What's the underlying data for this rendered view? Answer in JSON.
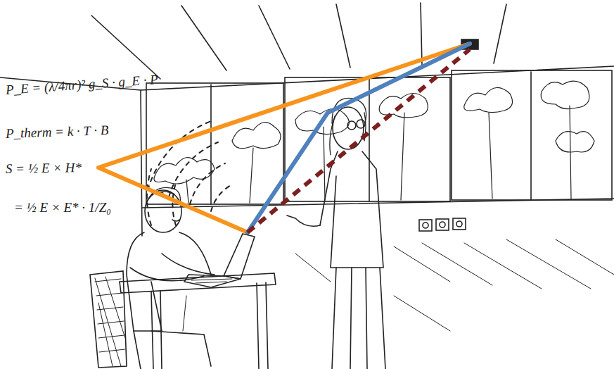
{
  "diagram": {
    "labels": [
      "P_E = (λ/4πr)² g_S · g_E · P",
      "P_therm = k · T · B",
      "S = ½ E × H*",
      "= ½ E × E* · 1/Z₀"
    ]
  }
}
